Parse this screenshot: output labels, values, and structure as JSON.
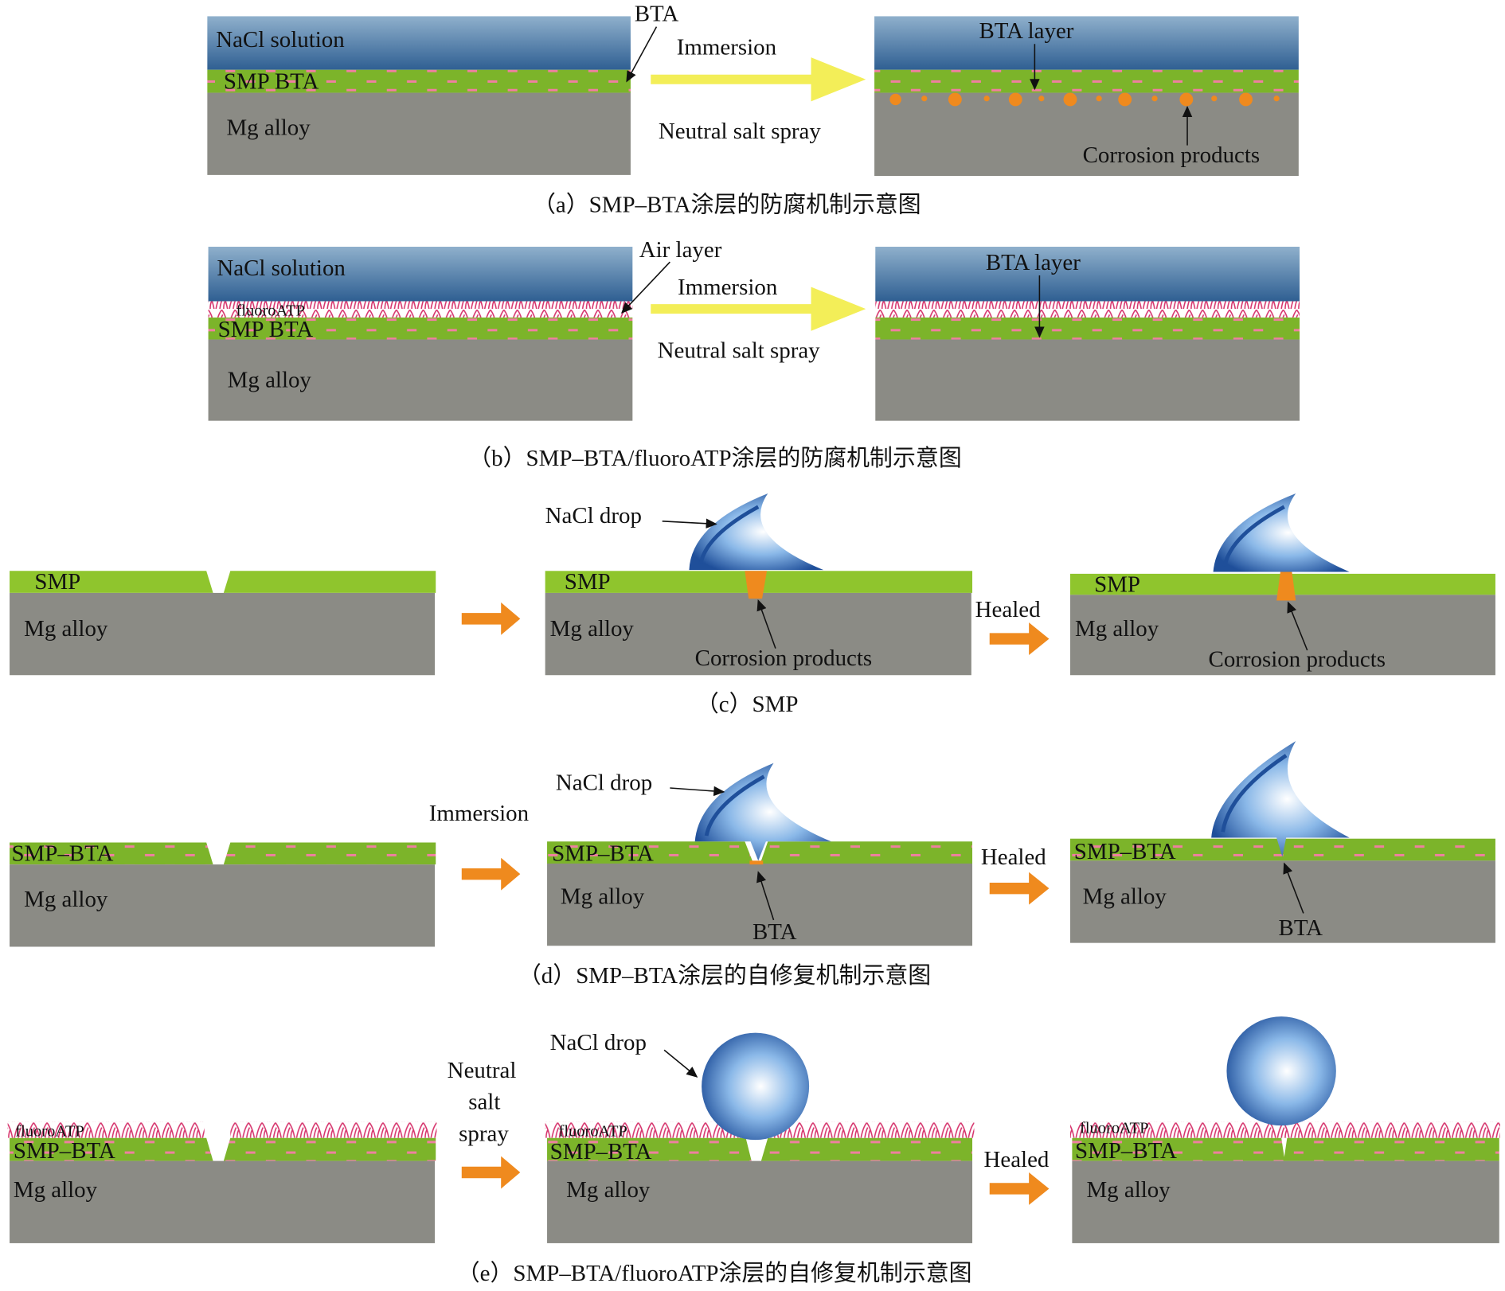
{
  "panel_a": {
    "nacl": "NaCl solution",
    "coating": "SMP BTA",
    "substrate": "Mg alloy",
    "bta_callout": "BTA",
    "process_top": "Immersion",
    "process_bottom": "Neutral salt spray",
    "bta_layer": "BTA layer",
    "corrosion": "Corrosion products",
    "caption": "（a）SMP–BTA涂层的防腐机制示意图"
  },
  "panel_b": {
    "nacl": "NaCl solution",
    "fluoro": "fluoroATP",
    "coating": "SMP BTA",
    "substrate": "Mg alloy",
    "air_callout": "Air layer",
    "process_top": "Immersion",
    "process_bottom": "Neutral salt spray",
    "bta_layer": "BTA layer",
    "caption": "（b）SMP–BTA/fluoroATP涂层的防腐机制示意图"
  },
  "panel_c": {
    "coating": "SMP",
    "substrate": "Mg alloy",
    "drop": "NaCl drop",
    "corrosion": "Corrosion products",
    "healed": "Healed",
    "caption": "（c）SMP"
  },
  "panel_d": {
    "coating": "SMP–BTA",
    "substrate": "Mg alloy",
    "process": "Immersion",
    "drop": "NaCl drop",
    "bta": "BTA",
    "healed": "Healed",
    "caption": "（d）SMP–BTA涂层的自修复机制示意图"
  },
  "panel_e": {
    "fluoro": "fluoroATP",
    "coating": "SMP–BTA",
    "substrate": "Mg alloy",
    "process_line1": "Neutral",
    "process_line2": "salt",
    "process_line3": "spray",
    "drop": "NaCl drop",
    "healed": "Healed",
    "caption": "（e）SMP–BTA/fluoroATP涂层的自修复机制示意图"
  },
  "colors": {
    "nacl_top": "#8fb0cc",
    "nacl_bottom": "#2f5f92",
    "coating": "#7cb42a",
    "substrate": "#8b8b85",
    "dash": "#ef7fa0",
    "fluoro": "#d6336c",
    "yellow_arrow": "#f3ee58",
    "orange_arrow": "#ef8a1e"
  }
}
